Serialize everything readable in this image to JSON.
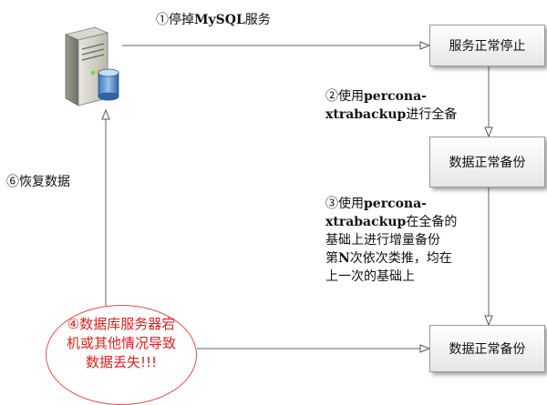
{
  "boxes": {
    "stop": "服务正常停止",
    "full_backup": "数据正常备份",
    "incremental_backup": "数据正常备份"
  },
  "steps": {
    "step1": {
      "prefix": "①停掉",
      "bold": "MySQL",
      "suffix": "服务"
    },
    "step2": {
      "prefix": "②使用",
      "bold1": "percona-",
      "bold2": "xtrabackup",
      "suffix": "进行全备"
    },
    "step3": {
      "prefix": "③使用",
      "bold1": "percona-",
      "bold2": "xtrabackup",
      "line2_suffix": "在全备的",
      "line3": "基础上进行增量备份",
      "line4_prefix": "第",
      "line4_bold": "N",
      "line4_suffix": "次依次类推，均在",
      "line5": "上一次的基础上"
    },
    "step4": {
      "line1": "④数据库服务器宕",
      "line2": "机或其他情况导致",
      "line3": "数据丢失!!!"
    },
    "step6": "⑥恢复数据"
  },
  "icons": {
    "server": "server-database-icon"
  },
  "colors": {
    "arrow": "#666666",
    "crash_text": "#e0201b",
    "crash_border": "#d9534f"
  }
}
